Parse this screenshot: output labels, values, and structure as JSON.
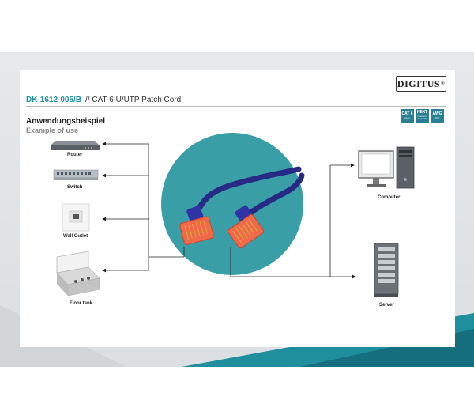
{
  "brand": {
    "name": "DIGITUS",
    "mark": "®"
  },
  "product": {
    "code": "DK-1612-005/B",
    "separator": "//",
    "description": "CAT 6 U/UTP Patch Cord"
  },
  "badges": [
    {
      "main": "CAT 6",
      "sub": "u/utp"
    },
    {
      "main": "NEXT",
      "sub": "Near end crosstalk"
    },
    {
      "main": "AWG",
      "sub": "26/7"
    }
  ],
  "heading": {
    "de": "Anwendungsbeispiel",
    "en": "Example of use"
  },
  "devices": {
    "router": "Router",
    "switch": "Switch",
    "wall_outlet": "Wall Outlet",
    "floor_tank": "Floor tank",
    "computer": "Computer",
    "server": "Server"
  },
  "colors": {
    "accent": "#1d8fa0",
    "circle": "#3a9ea6",
    "cable": "#2a2f8f",
    "plug": "#f06a4a",
    "band": "#dcdfe2"
  }
}
